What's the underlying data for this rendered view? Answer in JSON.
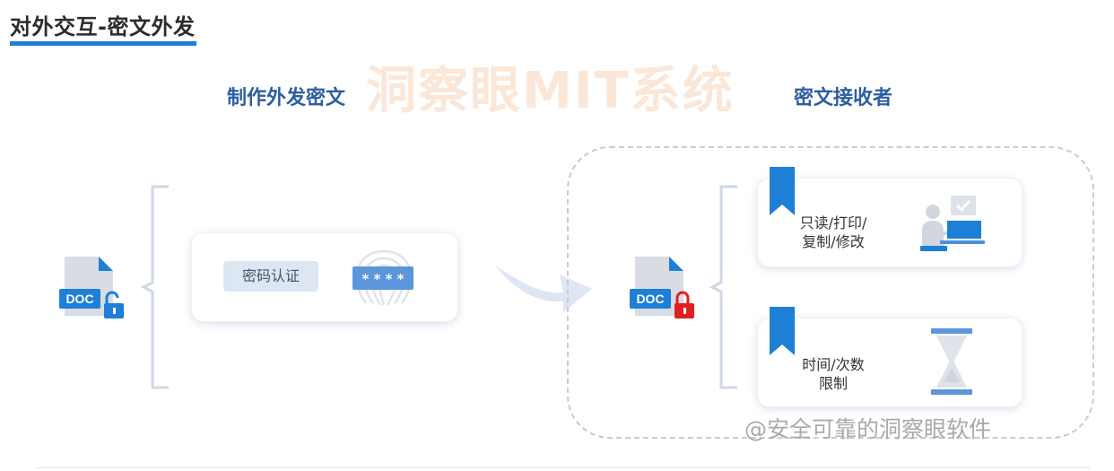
{
  "page_title": "对外交互-密文外发",
  "watermark_text": "洞察眼MIT系统",
  "sender": {
    "heading": "制作外发密文",
    "file_badge": "DOC",
    "auth_label": "密码认证",
    "password_mask": "* * * *"
  },
  "receiver": {
    "heading": "密文接收者",
    "file_badge": "DOC",
    "permissions": [
      {
        "line1": "只读/打印/",
        "line2": "复制/修改"
      },
      {
        "line1": "时间/次数",
        "line2": "限制"
      }
    ]
  },
  "footer_watermark": "@安全可靠的洞察眼软件",
  "colors": {
    "accent_blue": "#1d7fd6",
    "heading_blue": "#2c5f9e",
    "lock_red": "#e02020",
    "watermark_orange": "#fbe7d8"
  }
}
